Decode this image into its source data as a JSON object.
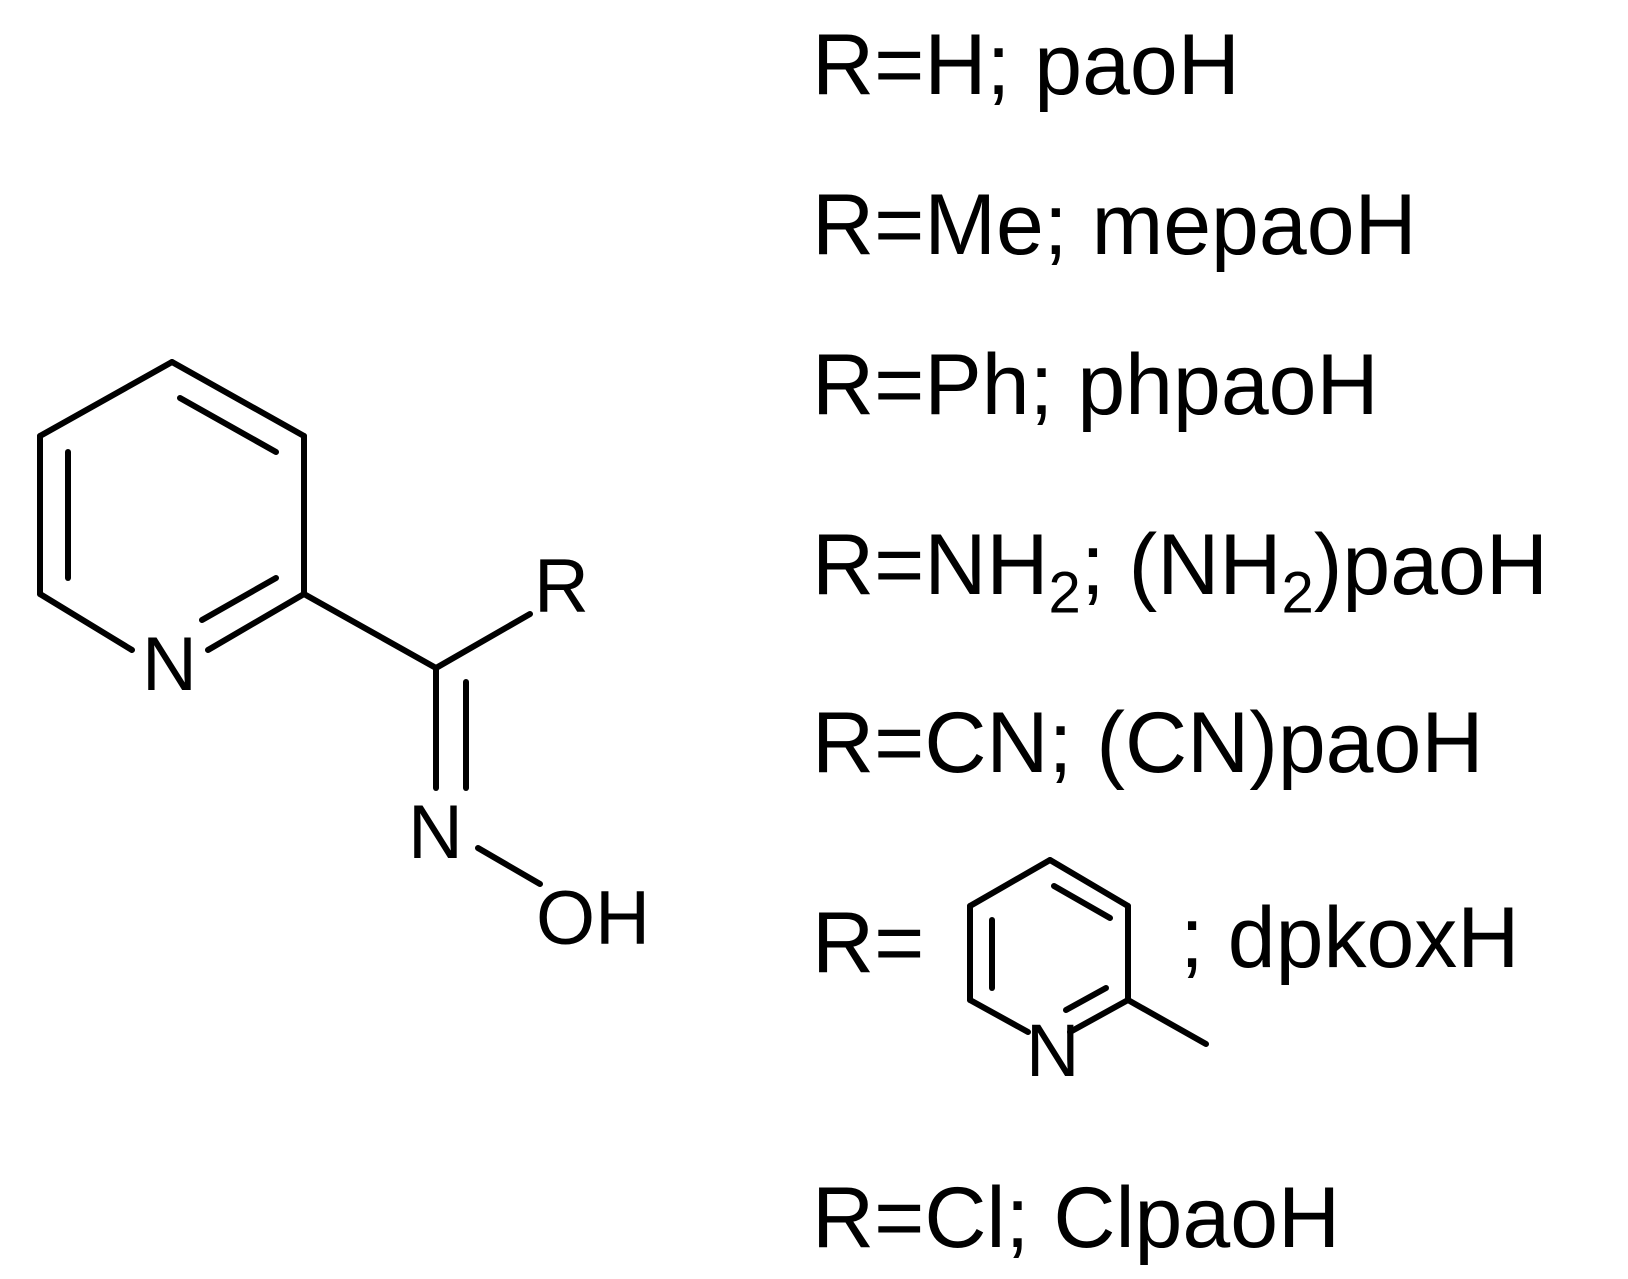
{
  "structure": {
    "atoms": {
      "ring_n": "N",
      "substituent": "R",
      "oxime_n": "N",
      "hydroxyl": "OH"
    }
  },
  "definitions": [
    {
      "id": "def-1",
      "r": "R=H",
      "sep": "; ",
      "name": "paoH"
    },
    {
      "id": "def-2",
      "r": "R=Me",
      "sep": "; ",
      "name": "mepaoH"
    },
    {
      "id": "def-3",
      "r": "R=Ph",
      "sep": "; ",
      "name": "phpaoH"
    },
    {
      "id": "def-4",
      "r_prefix": "R=NH",
      "r_sub": "2",
      "sep": "; ",
      "name_prefix": "(NH",
      "name_sub": "2",
      "name_suffix": ")paoH"
    },
    {
      "id": "def-5",
      "r": "R=CN",
      "sep": "; ",
      "name": "(CN)paoH"
    },
    {
      "id": "def-6",
      "r": "R=",
      "ring_atom": "N",
      "tail": "; dpkoxH"
    },
    {
      "id": "def-7",
      "r": "R=Cl",
      "sep": "; ",
      "name": "ClpaoH"
    }
  ]
}
